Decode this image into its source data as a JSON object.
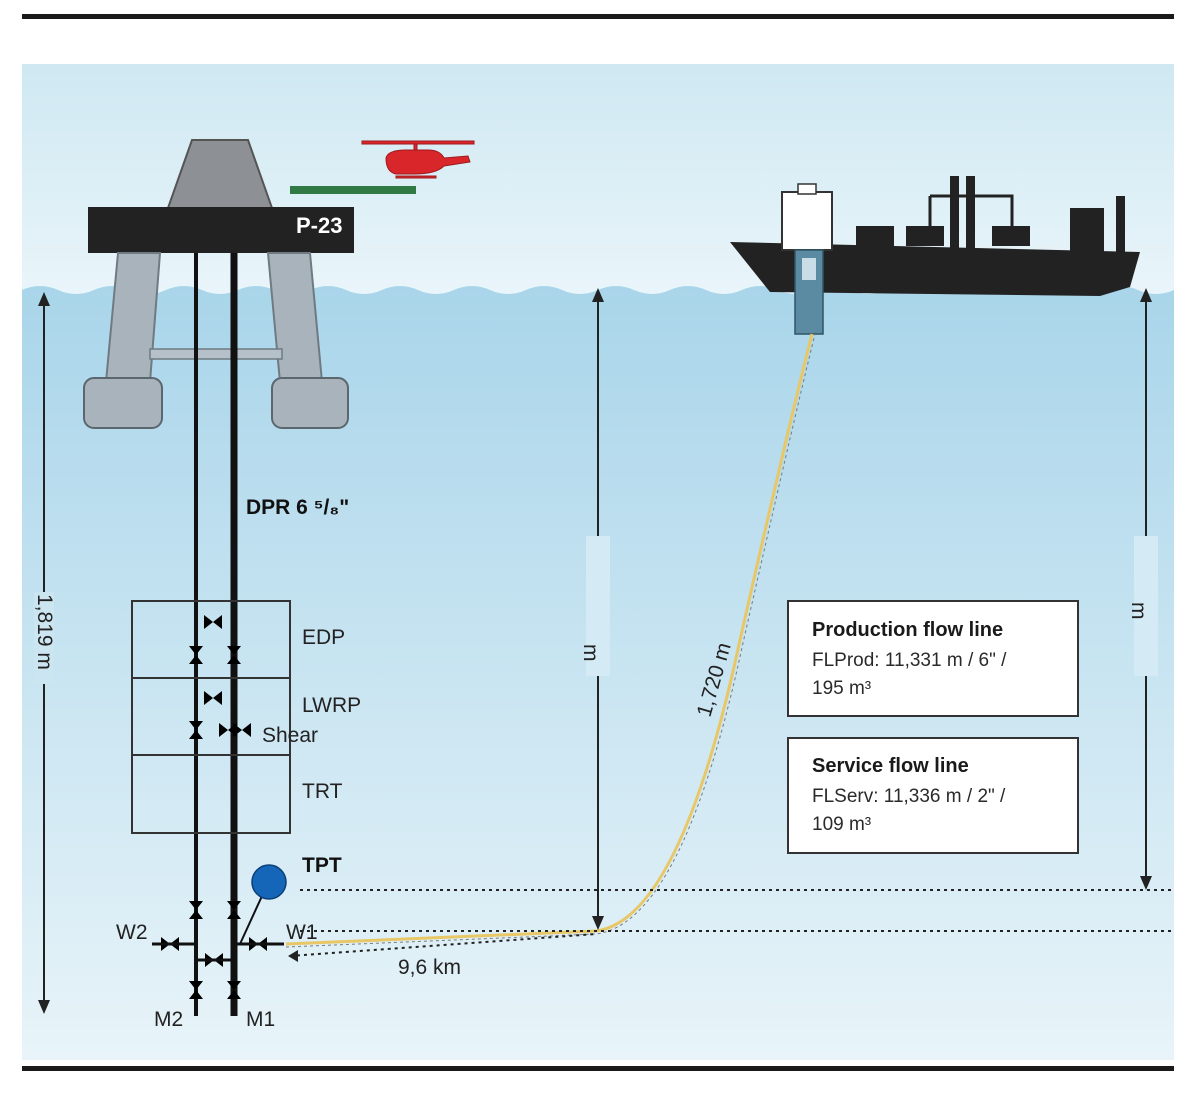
{
  "platform": {
    "name": "P-23"
  },
  "riser": {
    "label": "DPR 6 ⁵/₈\""
  },
  "stack": {
    "edp": "EDP",
    "lwrp": "LWRP",
    "shear": "Shear",
    "trt": "TRT"
  },
  "tpt": {
    "label": "TPT"
  },
  "wellhead": {
    "w1": "W1",
    "w2": "W2",
    "m1": "M1",
    "m2": "M2"
  },
  "dimensions": {
    "platform_depth": "1,819 m",
    "mid_depth": "m",
    "riser_length": "1,720 m",
    "ship_depth": "m",
    "horizontal_distance": "9,6 km"
  },
  "production_box": {
    "title": "Production flow line",
    "line1": "FLProd: 11,331 m / 6\" /",
    "line2": "195 m³"
  },
  "service_box": {
    "title": "Service flow line",
    "line1": "FLServ: 11,336 m / 2\" /",
    "line2": "109 m³"
  },
  "colors": {
    "sky_top": "#cfe8f2",
    "sky_bottom": "#eaf5fa",
    "water_top": "#aad6ea",
    "water_bottom": "#e6f3f9",
    "valve": "#2f9a4a",
    "helicopter": "#d9262b",
    "flowline": "#e8c766",
    "tpt": "#1565b8",
    "helideck": "#2f7a45"
  }
}
